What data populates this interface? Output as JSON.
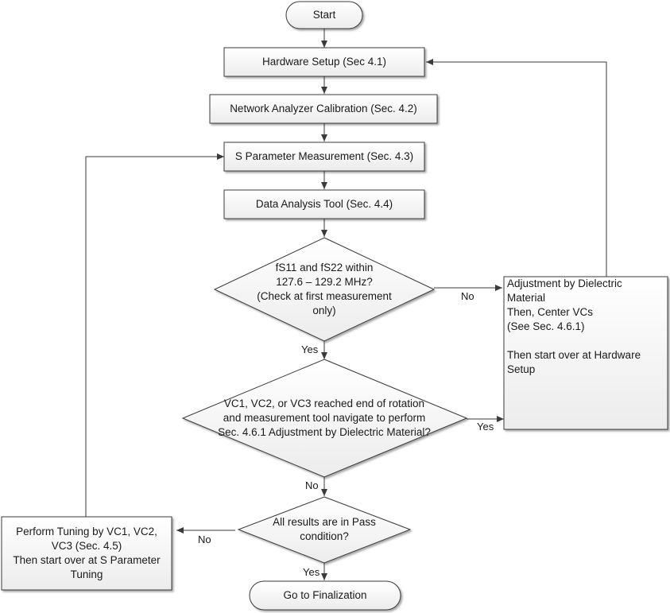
{
  "nodes": {
    "start": "Start",
    "hardware_setup": "Hardware Setup (Sec 4.1)",
    "calibration": "Network Analyzer Calibration (Sec. 4.2)",
    "s_param": "S Parameter Measurement (Sec. 4.3)",
    "data_analysis": "Data Analysis Tool (Sec. 4.4)",
    "decision1": [
      "fS11 and fS22 within",
      "127.6 – 129.2 MHz?",
      "(Check at first measurement",
      "only)"
    ],
    "adjustment": [
      "Adjustment by Dielectric",
      "Material",
      "Then, Center VCs",
      "(See Sec. 4.6.1)",
      "",
      "Then start over at Hardware",
      "Setup"
    ],
    "decision2": [
      "VC1, VC2, or VC3 reached end of rotation",
      "and measurement tool navigate to perform",
      "Sec. 4.6.1 Adjustment by Dielectric Material?"
    ],
    "decision3": [
      "All results are in Pass",
      "condition?"
    ],
    "tuning": [
      "Perform Tuning by VC1, VC2,",
      "VC3 (Sec. 4.5)",
      "Then start over at S Parameter",
      "Tuning"
    ],
    "finalization": "Go to Finalization"
  },
  "edge_labels": {
    "d1_no": "No",
    "d1_yes": "Yes",
    "d2_yes": "Yes",
    "d2_no": "No",
    "d3_no": "No",
    "d3_yes": "Yes"
  }
}
